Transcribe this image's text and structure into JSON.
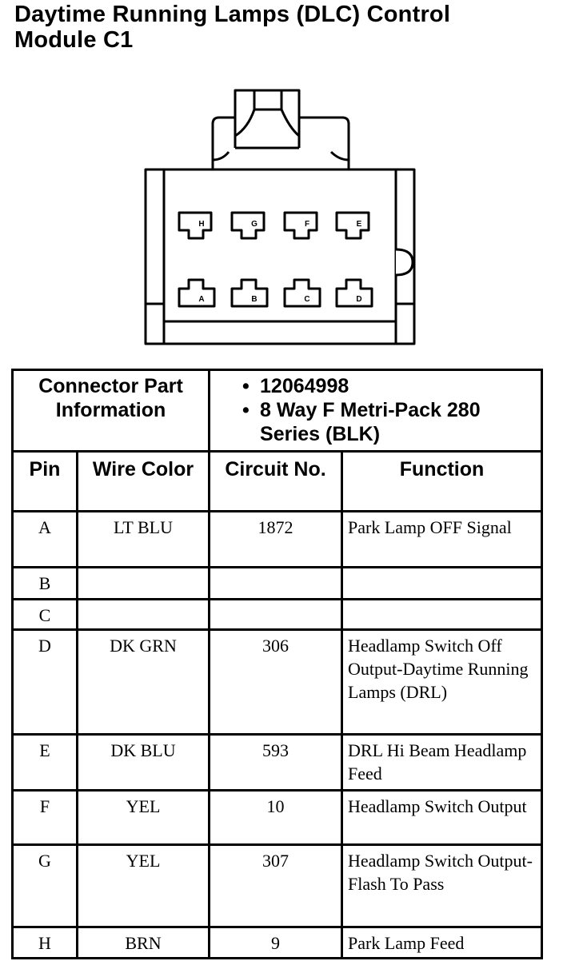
{
  "title": {
    "line1": "Daytime Running Lamps (DLC) Control",
    "line2": "Module C1"
  },
  "connector_diagram": {
    "top_row_cavities": [
      "H",
      "G",
      "F",
      "E"
    ],
    "bottom_row_cavities": [
      "A",
      "B",
      "C",
      "D"
    ]
  },
  "part_info": {
    "label": "Connector Part Information",
    "items": [
      "12064998",
      "8 Way F Metri-Pack 280 Series (BLK)"
    ]
  },
  "columns": {
    "pin": "Pin",
    "wire_color": "Wire Color",
    "circuit": "Circuit No.",
    "function": "Function"
  },
  "rows": [
    {
      "pin": "A",
      "wire": "LT BLU",
      "circuit": "1872",
      "function": "Park Lamp OFF Signal"
    },
    {
      "pin": "B",
      "wire": "",
      "circuit": "",
      "function": ""
    },
    {
      "pin": "C",
      "wire": "",
      "circuit": "",
      "function": ""
    },
    {
      "pin": "D",
      "wire": "DK GRN",
      "circuit": "306",
      "function": "Headlamp Switch Off Output-Daytime Running Lamps (DRL)"
    },
    {
      "pin": "E",
      "wire": "DK BLU",
      "circuit": "593",
      "function": "DRL Hi Beam Headlamp Feed"
    },
    {
      "pin": "F",
      "wire": "YEL",
      "circuit": "10",
      "function": "Headlamp Switch Output"
    },
    {
      "pin": "G",
      "wire": "YEL",
      "circuit": "307",
      "function": "Headlamp Switch Output-Flash To Pass"
    },
    {
      "pin": "H",
      "wire": "BRN",
      "circuit": "9",
      "function": "Park Lamp Feed"
    }
  ]
}
